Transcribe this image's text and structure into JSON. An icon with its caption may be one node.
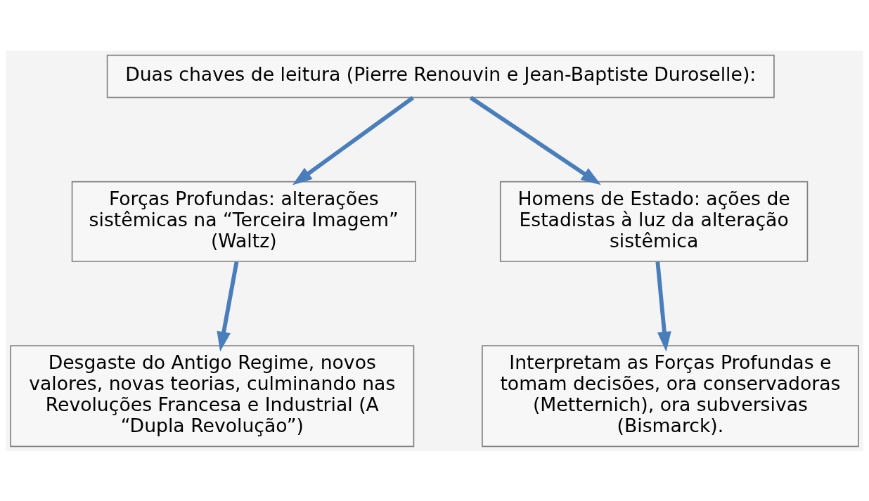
{
  "diagram": {
    "nodes": [
      {
        "text": [
          "Duas chaves de leitura (Pierre Renouvin e Jean-Baptiste Duroselle):"
        ]
      },
      {
        "text": [
          "Forças Profundas: alterações sistêmicas na “Terceira Imagem” (Waltz)"
        ]
      },
      {
        "text": [
          "Homens de Estado: ações de Estadistas à luz da alteração sistêmica"
        ]
      },
      {
        "text": [
          "Desgaste do Antigo Regime, novos valores, novas teorias, culminando nas Revoluções Francesa e Industrial (A “Dupla Revolução”)"
        ]
      },
      {
        "text": [
          "Interpretam as Forças Profundas e tomam decisões, ora conservadoras (Metternich), ora subversivas (Bismarck)."
        ]
      }
    ],
    "edges": [
      {
        "from": 0,
        "to": 1,
        "arrow": "to"
      },
      {
        "from": 0,
        "to": 2,
        "arrow": "to"
      },
      {
        "from": 1,
        "to": 3,
        "arrow": "to"
      },
      {
        "from": 2,
        "to": 4,
        "arrow": "to"
      }
    ]
  }
}
